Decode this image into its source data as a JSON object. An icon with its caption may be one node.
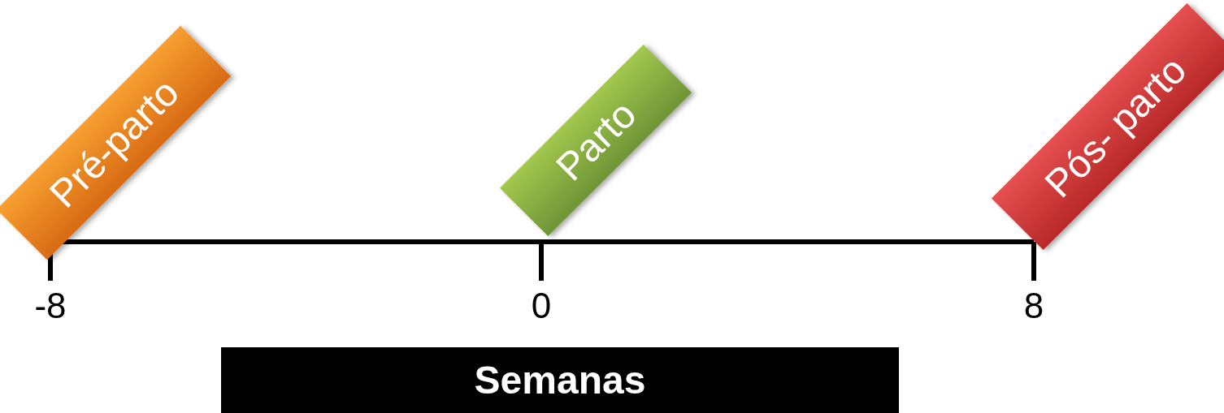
{
  "diagram": {
    "nodes": [
      {
        "text": [
          "Pré-parto"
        ]
      },
      {
        "text": [
          "Parto"
        ]
      },
      {
        "text": [
          "Pós- parto"
        ]
      },
      {
        "text": [
          "Semanas"
        ]
      }
    ],
    "labels": [
      "-8",
      "0",
      "8"
    ]
  }
}
